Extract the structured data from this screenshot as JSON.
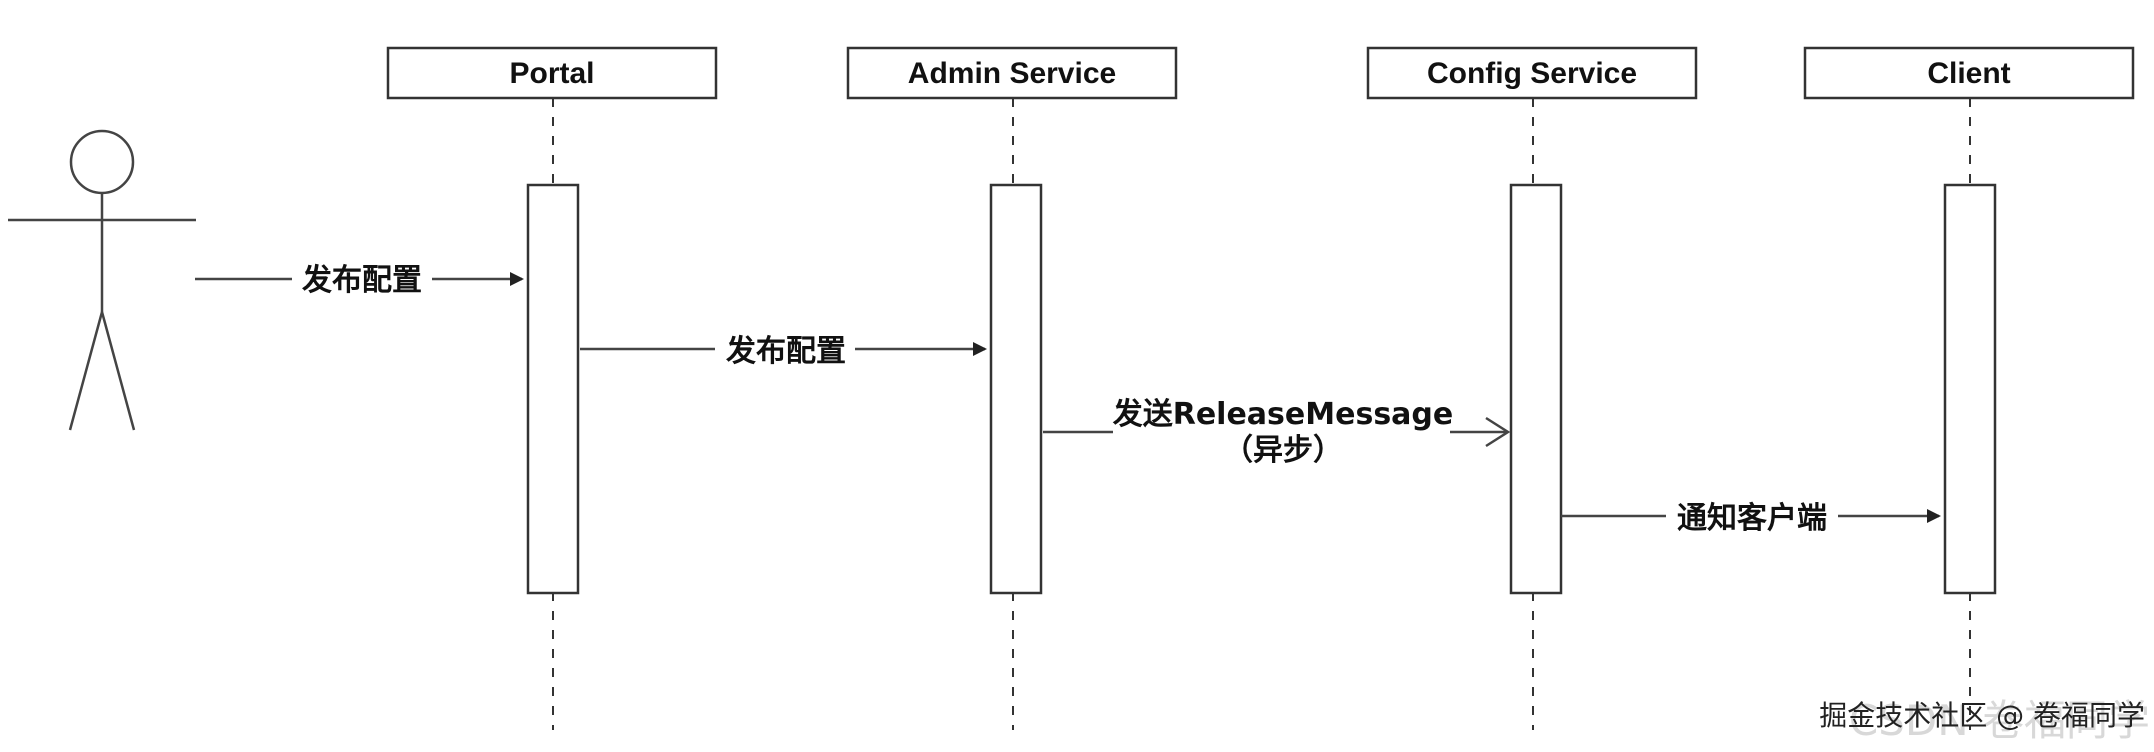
{
  "diagram": {
    "participants": [
      {
        "id": "portal",
        "label": "Portal"
      },
      {
        "id": "admin",
        "label": "Admin Service"
      },
      {
        "id": "config",
        "label": "Config Service"
      },
      {
        "id": "client",
        "label": "Client"
      }
    ],
    "messages": [
      {
        "id": "m1",
        "label": "发布配置",
        "style": "solid-arrow"
      },
      {
        "id": "m2",
        "label": "发布配置",
        "style": "solid-arrow"
      },
      {
        "id": "m3",
        "label": "发送ReleaseMessage",
        "label_line2": "（异步）",
        "style": "open-arrow"
      },
      {
        "id": "m4",
        "label": "通知客户端",
        "style": "solid-arrow"
      }
    ],
    "colors": {
      "line": "#333333",
      "text": "#111111",
      "background": "#ffffff"
    }
  },
  "watermark": {
    "text": "掘金技术社区 @ 卷福同学",
    "ghost_text": "CSDN 卷福同学"
  }
}
